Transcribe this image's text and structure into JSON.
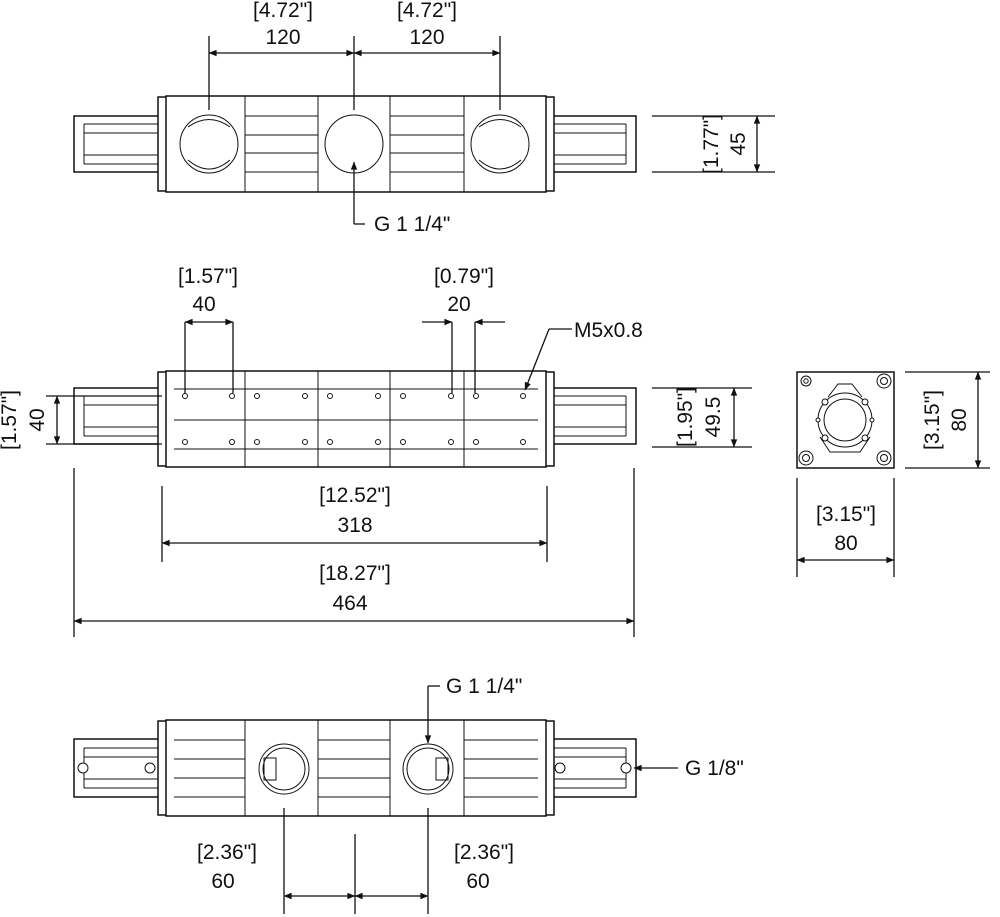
{
  "top_view": {
    "spacing_left": {
      "inch": "[4.72\"]",
      "mm": "120"
    },
    "spacing_right": {
      "inch": "[4.72\"]",
      "mm": "120"
    },
    "height": {
      "inch": "[1.77\"]",
      "mm": "45"
    },
    "port_label": "G 1 1/4\""
  },
  "front_view": {
    "left_pitch": {
      "inch": "[1.57\"]",
      "mm": "40"
    },
    "right_pitch": {
      "inch": "[0.79\"]",
      "mm": "20"
    },
    "thread_label": "M5x0.8",
    "rail_height": {
      "inch": "[1.57\"]",
      "mm": "40"
    },
    "body_height": {
      "inch": "[1.95\"]",
      "mm": "49.5"
    },
    "body_length": {
      "inch": "[12.52\"]",
      "mm": "318"
    },
    "overall_length": {
      "inch": "[18.27\"]",
      "mm": "464"
    }
  },
  "end_view": {
    "height": {
      "inch": "[3.15\"]",
      "mm": "80"
    },
    "width": {
      "inch": "[3.15\"]",
      "mm": "80"
    }
  },
  "bottom_view": {
    "port_label": "G 1 1/4\"",
    "rail_port_label": "G 1/8\"",
    "offset_left": {
      "inch": "[2.36\"]",
      "mm": "60"
    },
    "offset_right": {
      "inch": "[2.36\"]",
      "mm": "60"
    }
  }
}
